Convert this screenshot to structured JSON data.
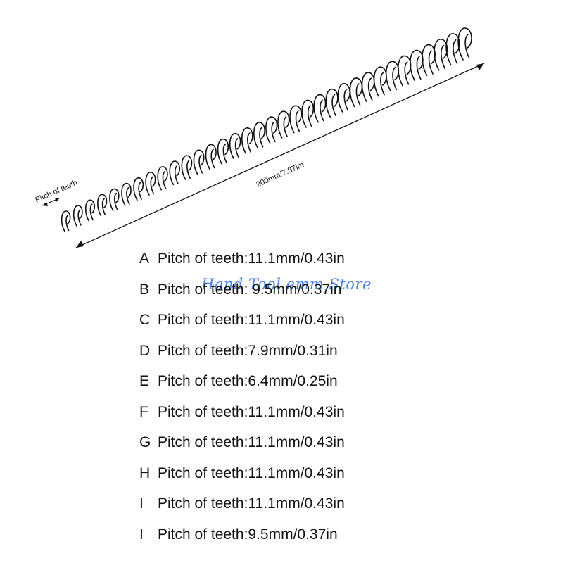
{
  "diagram": {
    "length_label": "200mm/7.87im",
    "pitch_label": "Pitch of teeth"
  },
  "watermark": "Hand Tool emm Store",
  "specs": [
    {
      "letter": "A",
      "text": "Pitch of teeth:11.1mm/0.43in"
    },
    {
      "letter": "B",
      "text": "Pitch of teeth: 9.5mm/0.37in"
    },
    {
      "letter": "C",
      "text": "Pitch of teeth:11.1mm/0.43in"
    },
    {
      "letter": "D",
      "text": "Pitch of teeth:7.9mm/0.31in"
    },
    {
      "letter": "E",
      "text": "Pitch of teeth:6.4mm/0.25in"
    },
    {
      "letter": "F",
      "text": "Pitch of teeth:11.1mm/0.43in"
    },
    {
      "letter": "G",
      "text": "Pitch of teeth:11.1mm/0.43in"
    },
    {
      "letter": "H",
      "text": "Pitch of teeth:11.1mm/0.43in"
    },
    {
      "letter": "I",
      "text": "Pitch of teeth:11.1mm/0.43in"
    },
    {
      "letter": "I",
      "text": "Pitch of teeth:9.5mm/0.37in"
    }
  ]
}
